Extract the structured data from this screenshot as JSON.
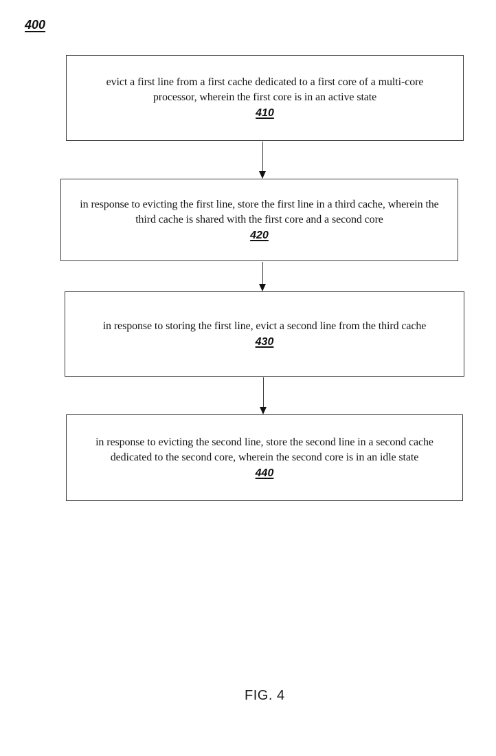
{
  "figure": {
    "reference_label": "400",
    "caption": "FIG. 4"
  },
  "flowchart": {
    "steps": [
      {
        "ref": "410",
        "text": "evict a first line from a first cache dedicated to a first core of a multi-core processor, wherein the first core is in an active state"
      },
      {
        "ref": "420",
        "text": "in response to evicting the first line, store the first line in a third cache, wherein the third cache is shared with the first core and a second core"
      },
      {
        "ref": "430",
        "text": "in response to storing the first line, evict a second line from the third cache"
      },
      {
        "ref": "440",
        "text": "in response to evicting the second line, store the second line in a second cache dedicated to the second core, wherein the second core is in an idle state"
      }
    ],
    "connections": [
      {
        "from": "410",
        "to": "420"
      },
      {
        "from": "420",
        "to": "430"
      },
      {
        "from": "430",
        "to": "440"
      }
    ]
  }
}
